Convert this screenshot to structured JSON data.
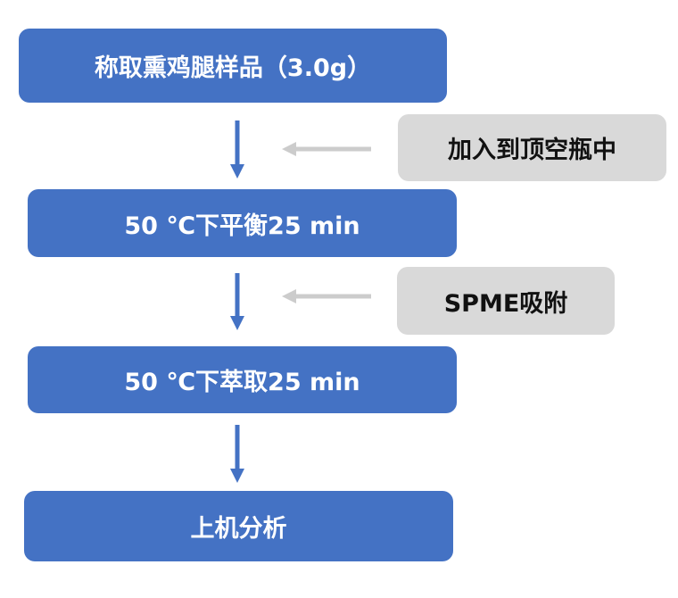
{
  "colors": {
    "step_fill": "#4472C4",
    "side_fill": "#D9D9D9",
    "down_arrow": "#4472C4",
    "side_arrow": "#CCCCCC"
  },
  "steps": [
    {
      "label": "称取熏鸡腿样品（3.0g）"
    },
    {
      "label": "50 ℃下平衡25 min"
    },
    {
      "label": "50 ℃下萃取25 min"
    },
    {
      "label": "上机分析"
    }
  ],
  "side_inputs": [
    {
      "label": "加入到顶空瓶中"
    },
    {
      "label": "SPME吸附"
    }
  ]
}
